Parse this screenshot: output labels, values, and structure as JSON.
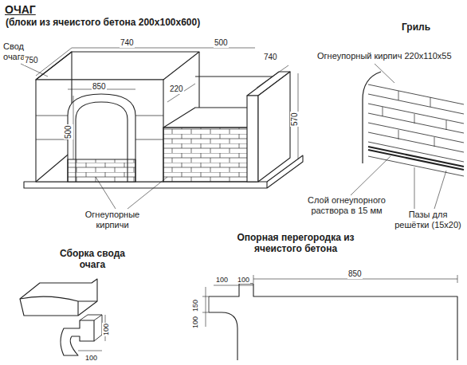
{
  "diagram": {
    "title": "ОЧАГ",
    "labels": [
      "(блоки из ячеистого бетона 200х100х600)",
      "Гриль",
      "Свод очага",
      "750",
      "740",
      "850",
      "500",
      "220",
      "740",
      "500",
      "570",
      "Огнеупорный кирпич 220х110х55",
      "Огнеупорные кирпичи",
      "Слой огнеупорного раствора в 15 мм",
      "Пазы для решётки (15х20)",
      "Сборка свода очага",
      "Опорная перегородка из ячеистого бетона",
      "100",
      "100",
      "850",
      "150",
      "100",
      "100",
      "100"
    ]
  }
}
